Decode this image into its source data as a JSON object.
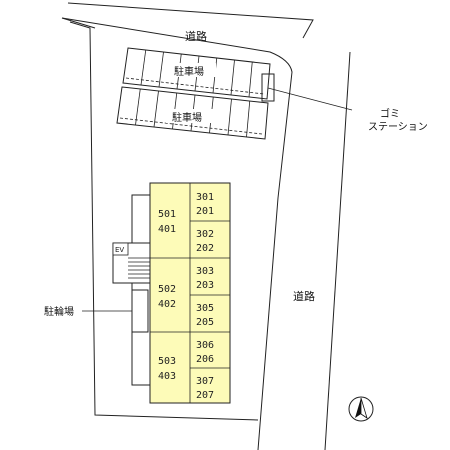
{
  "labels": {
    "road_top": "道路",
    "road_right": "道路",
    "parking": "駐車場",
    "garbage_line1": "ゴミ",
    "garbage_line2": "ステーション",
    "bicycle": "駐輪場",
    "elevator": "EV"
  },
  "units": {
    "west": [
      {
        "upper": "501",
        "lower": "401"
      },
      {
        "upper": "502",
        "lower": "402"
      },
      {
        "upper": "503",
        "lower": "403"
      }
    ],
    "east": [
      {
        "upper": "301",
        "lower": "201"
      },
      {
        "upper": "302",
        "lower": "202"
      },
      {
        "upper": "303",
        "lower": "203"
      },
      {
        "upper": "305",
        "lower": "205"
      },
      {
        "upper": "306",
        "lower": "206"
      },
      {
        "upper": "307",
        "lower": "207"
      }
    ]
  },
  "colors": {
    "building": "#fdfbb8",
    "line": "#222222",
    "background": "#ffffff"
  },
  "icons": {
    "north": "north-arrow-icon"
  }
}
